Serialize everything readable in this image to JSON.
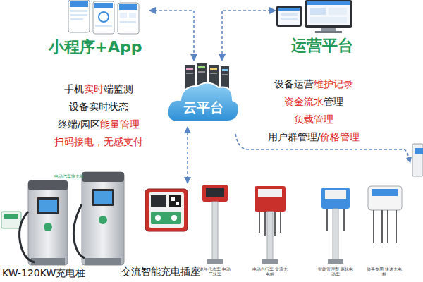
{
  "diagram": {
    "nodes": [
      {
        "text": [
          "小程序+App"
        ]
      },
      {
        "text": [
          "运营平台"
        ]
      },
      {
        "text": [
          "云平台"
        ]
      },
      {
        "text": [
          "KW-120KW充电桩"
        ]
      },
      {
        "text": [
          "交流智能充电插座"
        ]
      }
    ],
    "edges": [
      {
        "from": 0,
        "to": 2,
        "arrow": "both"
      },
      {
        "from": 1,
        "to": 2,
        "arrow": "both"
      },
      {
        "from": 2,
        "to": 4,
        "arrow": "both"
      }
    ],
    "labels": [
      "手机",
      "实时",
      "端监测",
      "设备实时状态",
      "终端/园区",
      "能量管理",
      "扫码接电，无感支付",
      "设备运营",
      "维护记录",
      "资金流水",
      "管理",
      "负载管理",
      "用户群管理/",
      "价格管理",
      "电动汽车快充站",
      "老年代步车 电动三轮车",
      "电动自行车 交流充电桩",
      "智能管理型 两轮电动车",
      "骑手专用 快速充电桩"
    ]
  }
}
